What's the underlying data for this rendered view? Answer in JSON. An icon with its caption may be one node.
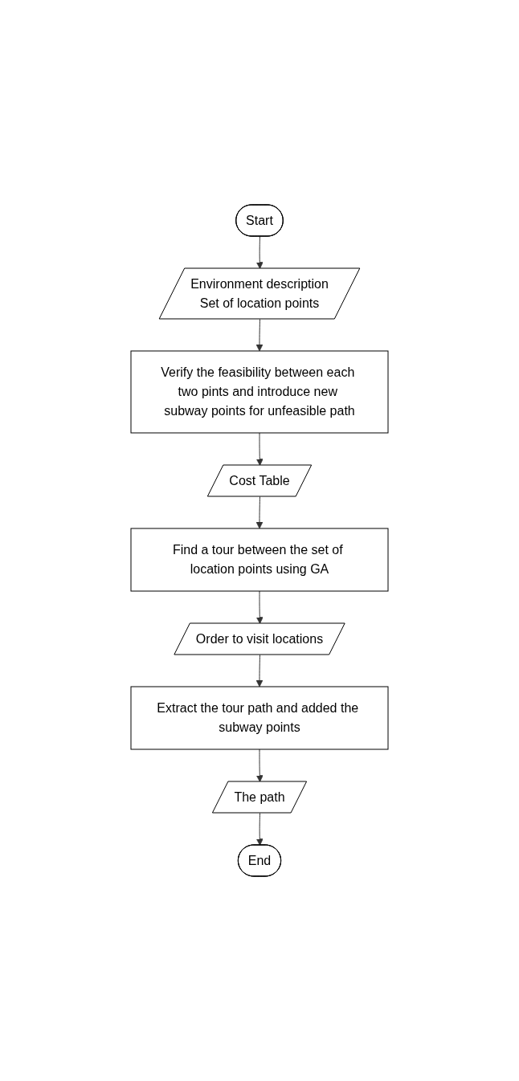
{
  "diagram": {
    "nodes": [
      {
        "text": [
          "Start"
        ]
      },
      {
        "text": [
          "Environment description",
          "Set of location points"
        ]
      },
      {
        "text": [
          "Verify the feasibility between each two pints and introduce new subway points for unfeasible path"
        ]
      },
      {
        "text": [
          "Cost Table"
        ]
      },
      {
        "text": [
          "Find a tour between the set of location points using GA"
        ]
      },
      {
        "text": [
          "Order to visit locations"
        ]
      },
      {
        "text": [
          "Extract the tour path and added the subway points"
        ]
      },
      {
        "text": [
          "The path"
        ]
      },
      {
        "text": [
          "End"
        ]
      }
    ],
    "edges": [
      {
        "from": 0,
        "to": 1,
        "arrow": "to"
      },
      {
        "from": 1,
        "to": 2,
        "arrow": "to"
      },
      {
        "from": 2,
        "to": 3,
        "arrow": "to"
      },
      {
        "from": 3,
        "to": 4,
        "arrow": "to"
      },
      {
        "from": 4,
        "to": 5,
        "arrow": "to"
      },
      {
        "from": 5,
        "to": 6,
        "arrow": "to"
      },
      {
        "from": 6,
        "to": 7,
        "arrow": "to"
      },
      {
        "from": 7,
        "to": 8,
        "arrow": "to"
      }
    ]
  }
}
